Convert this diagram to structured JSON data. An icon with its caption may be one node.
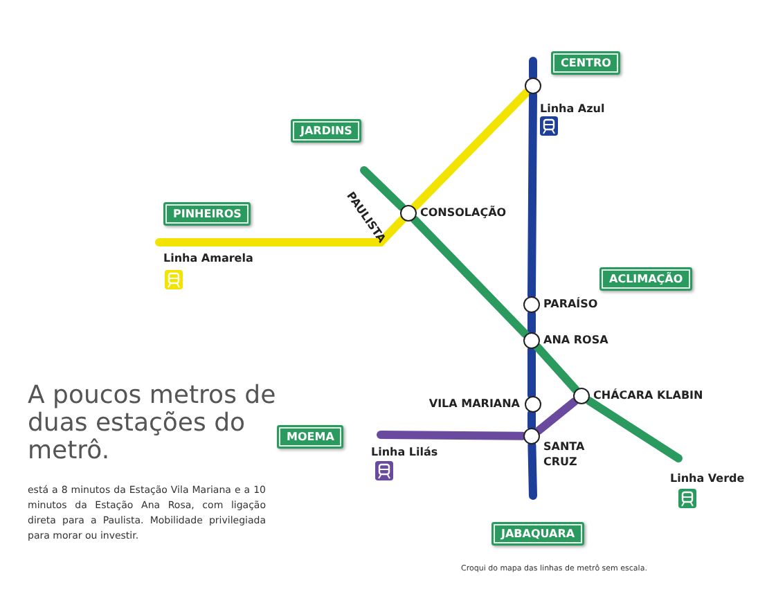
{
  "diagram": {
    "title": "A poucos metros de duas estações do metrô.",
    "caption": "Croqui do mapa das linhas de metrô sem escala.",
    "nodes": [
      {
        "text": [
          "CENTRO"
        ]
      },
      {
        "text": [
          "JARDINS"
        ]
      },
      {
        "text": [
          "PINHEIROS"
        ]
      },
      {
        "text": [
          "ACLIMAÇÃO"
        ]
      },
      {
        "text": [
          "MOEMA"
        ]
      },
      {
        "text": [
          "JABAQUARA"
        ]
      },
      {
        "text": [],
        "shape": "circle"
      },
      {
        "text": [
          "CONSOLAÇÃO"
        ]
      },
      {
        "text": [
          "PARAÍSO"
        ]
      },
      {
        "text": [
          "ANA ROSA"
        ]
      },
      {
        "text": [
          "VILA MARIANA"
        ]
      },
      {
        "text": [
          "CHÁCARA KLABIN"
        ]
      },
      {
        "text": [
          "SANTA CRUZ"
        ]
      }
    ],
    "edges": [
      {
        "from": null,
        "to": 7,
        "arrow": "none",
        "color": "#f2e400"
      },
      {
        "from": 7,
        "to": 6,
        "arrow": "none",
        "color": "#f2e400"
      },
      {
        "from": null,
        "to": 6,
        "arrow": "none",
        "color": "#1d3f9a"
      },
      {
        "from": 6,
        "to": 8,
        "arrow": "none",
        "color": "#1d3f9a"
      },
      {
        "from": 8,
        "to": 9,
        "arrow": "none",
        "color": "#1d3f9a"
      },
      {
        "from": 9,
        "to": 10,
        "arrow": "none",
        "color": "#1d3f9a"
      },
      {
        "from": 10,
        "to": 12,
        "arrow": "none",
        "color": "#1d3f9a"
      },
      {
        "from": 12,
        "to": null,
        "arrow": "none",
        "color": "#1d3f9a"
      },
      {
        "from": null,
        "to": 7,
        "arrow": "none",
        "color": "#2a9a5e"
      },
      {
        "from": 7,
        "to": 9,
        "arrow": "none",
        "color": "#2a9a5e"
      },
      {
        "from": 9,
        "to": 11,
        "arrow": "none",
        "color": "#2a9a5e"
      },
      {
        "from": 11,
        "to": null,
        "arrow": "none",
        "color": "#2a9a5e"
      },
      {
        "from": null,
        "to": 12,
        "arrow": "none",
        "color": "#6a4a9e"
      },
      {
        "from": 12,
        "to": 11,
        "arrow": "none",
        "color": "#6a4a9e"
      }
    ],
    "labels": [
      "Linha Azul",
      "PAULISTA",
      "Linha Amarela",
      "Linha Lilás",
      "Linha Verde",
      "está a 8 minutos da Estação Vila Mariana e a 10 minutos da Estação Ana Rosa, com ligação direta para a Paulista. Mobilidade privilegiada para morar ou investir."
    ]
  }
}
